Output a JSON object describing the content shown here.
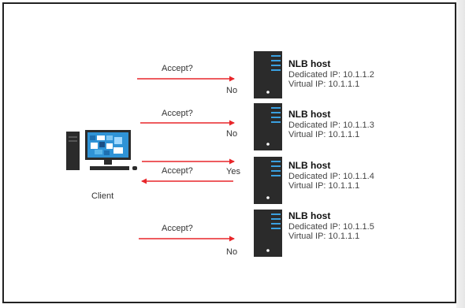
{
  "client": {
    "label": "Client"
  },
  "arrow_label": "Accept?",
  "hosts": [
    {
      "title": "NLB host",
      "dedicated": "Dedicated IP: 10.1.1.2",
      "virtual": "Virtual IP: 10.1.1.1",
      "reply": "No"
    },
    {
      "title": "NLB host",
      "dedicated": "Dedicated IP: 10.1.1.3",
      "virtual": "Virtual IP: 10.1.1.1",
      "reply": "No"
    },
    {
      "title": "NLB host",
      "dedicated": "Dedicated IP: 10.1.1.4",
      "virtual": "Virtual IP: 10.1.1.1",
      "reply": "Yes"
    },
    {
      "title": "NLB host",
      "dedicated": "Dedicated IP: 10.1.1.5",
      "virtual": "Virtual IP: 10.1.1.1",
      "reply": "No"
    }
  ],
  "colors": {
    "arrow": "#e8262a",
    "server": "#2b2b2b",
    "server_accent": "#3aa0e0"
  }
}
